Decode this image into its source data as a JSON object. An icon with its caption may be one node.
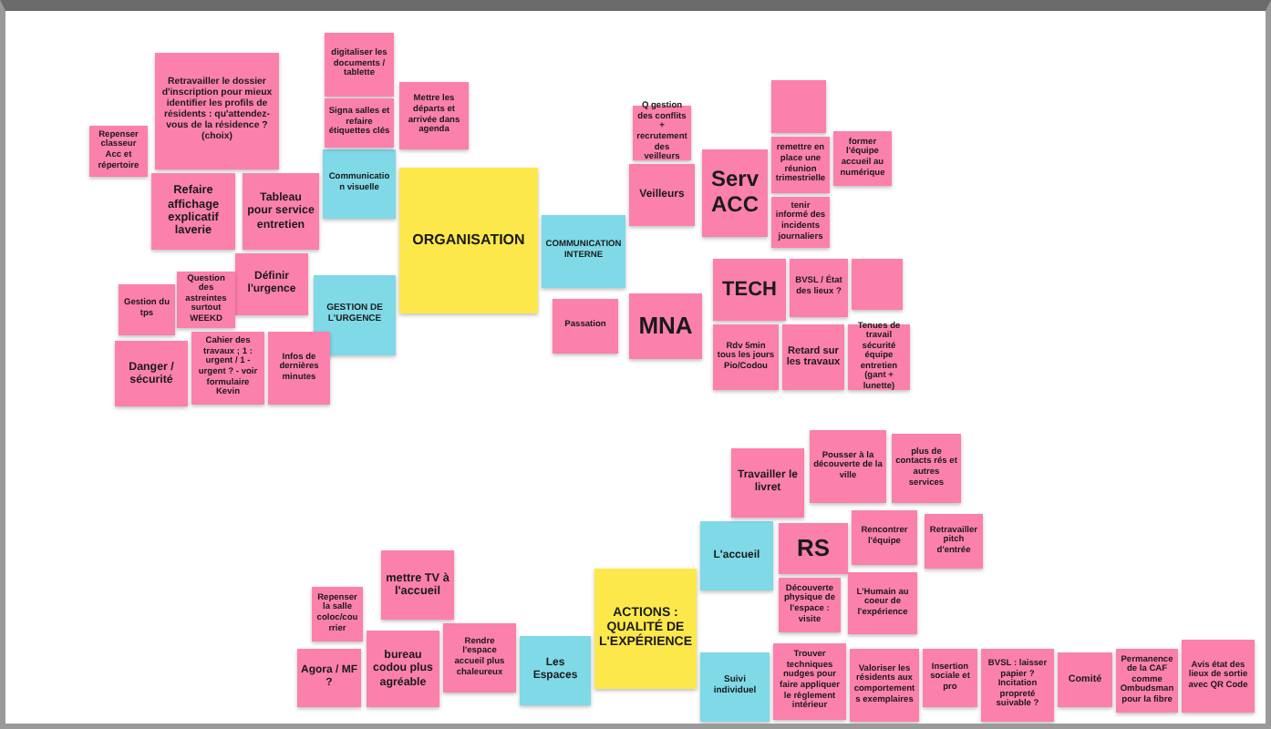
{
  "diagram": {
    "nodes": [
      {
        "text": [
          "ORGANISATION"
        ]
      },
      {
        "text": [
          "Communication visuelle"
        ]
      },
      {
        "text": [
          "digitaliser les documents / tablette"
        ]
      },
      {
        "text": [
          "Signa salles et refaire étiquettes clés"
        ]
      },
      {
        "text": [
          "Mettre les départs et arrivée dans agenda"
        ]
      },
      {
        "text": [
          "Retravailler le dossier d'inscription pour mieux identifier les profils de résidents : qu'attendez-vous de la résidence ? (choix)"
        ]
      },
      {
        "text": [
          "Repenser classeur Acc et répertoire"
        ]
      },
      {
        "text": [
          "Refaire affichage explicatif laverie"
        ]
      },
      {
        "text": [
          "Tableau pour service entretien"
        ]
      },
      {
        "text": [
          "GESTION DE L'URGENCE"
        ]
      },
      {
        "text": [
          "Définir l'urgence"
        ]
      },
      {
        "text": [
          "Question des astreintes surtout WEEKD"
        ]
      },
      {
        "text": [
          "Gestion du tps"
        ]
      },
      {
        "text": [
          "Danger / sécurité"
        ]
      },
      {
        "text": [
          "Cahier des travaux ; 1 : urgent / 1 - urgent ? - voir formulaire Kevin"
        ]
      },
      {
        "text": [
          "Infos de dernières minutes"
        ]
      },
      {
        "text": [
          "COMMUNICATION INTERNE"
        ]
      },
      {
        "text": [
          "Veilleurs"
        ]
      },
      {
        "text": [
          "Q gestion des conflits + recrutement des veilleurs"
        ]
      },
      {
        "text": [
          "MNA"
        ]
      },
      {
        "text": [
          "Passation"
        ]
      },
      {
        "text": [
          "Serv ACC"
        ]
      },
      {
        "text": [],
        "shape": "box"
      },
      {
        "text": [
          "remettre en place une réunion trimestrielle"
        ]
      },
      {
        "text": [
          "former l'équipe accueil au numérique"
        ]
      },
      {
        "text": [
          "tenir informé des incidents journaliers"
        ]
      },
      {
        "text": [
          "TECH"
        ]
      },
      {
        "text": [
          "BVSL / État des lieux ?"
        ]
      },
      {
        "text": [],
        "shape": "box"
      },
      {
        "text": [
          "Rdv 5min tous les jours Pio/Codou"
        ]
      },
      {
        "text": [
          "Retard sur les travaux"
        ]
      },
      {
        "text": [
          "Tenues de travail sécurité équipe entretien (gant + lunette)"
        ]
      },
      {
        "text": [
          "ACTIONS : QUALITÉ DE L'EXPÉRIENCE"
        ]
      },
      {
        "text": [
          "L'accueil"
        ]
      },
      {
        "text": [
          "Travailler le livret"
        ]
      },
      {
        "text": [
          "RS"
        ]
      },
      {
        "text": [
          "Pousser à la découverte de la ville"
        ]
      },
      {
        "text": [
          "plus de contacts rés et autres services"
        ]
      },
      {
        "text": [
          "Rencontrer l'équipe"
        ]
      },
      {
        "text": [
          "Retravailler pitch d'entrée"
        ]
      },
      {
        "text": [
          "Découverte physique de l'espace : visite"
        ]
      },
      {
        "text": [
          "L'Humain au coeur de l'expérience"
        ]
      },
      {
        "text": [
          "Suivi individuel"
        ]
      },
      {
        "text": [
          "Trouver techniques nudges pour faire appliquer le règlement intérieur"
        ]
      },
      {
        "text": [
          "Valoriser les résidents aux comportements exemplaires"
        ]
      },
      {
        "text": [
          "Insertion sociale et pro"
        ]
      },
      {
        "text": [
          "BVSL : laisser papier ? Incitation propreté suivable ?"
        ]
      },
      {
        "text": [
          "Comité"
        ]
      },
      {
        "text": [
          "Permanence de la CAF comme Ombudsman pour la fibre"
        ]
      },
      {
        "text": [
          "Avis état des lieux de sortie avec QR Code"
        ]
      },
      {
        "text": [
          "Les Espaces"
        ]
      },
      {
        "text": [
          "Rendre l'espace accueil plus chaleureux"
        ]
      },
      {
        "text": [
          "mettre TV à l'accueil"
        ]
      },
      {
        "text": [
          "Repenser la salle coloc/courrier"
        ]
      },
      {
        "text": [
          "bureau codou plus agréable"
        ]
      },
      {
        "text": [
          "Agora / MF ?"
        ]
      }
    ]
  }
}
